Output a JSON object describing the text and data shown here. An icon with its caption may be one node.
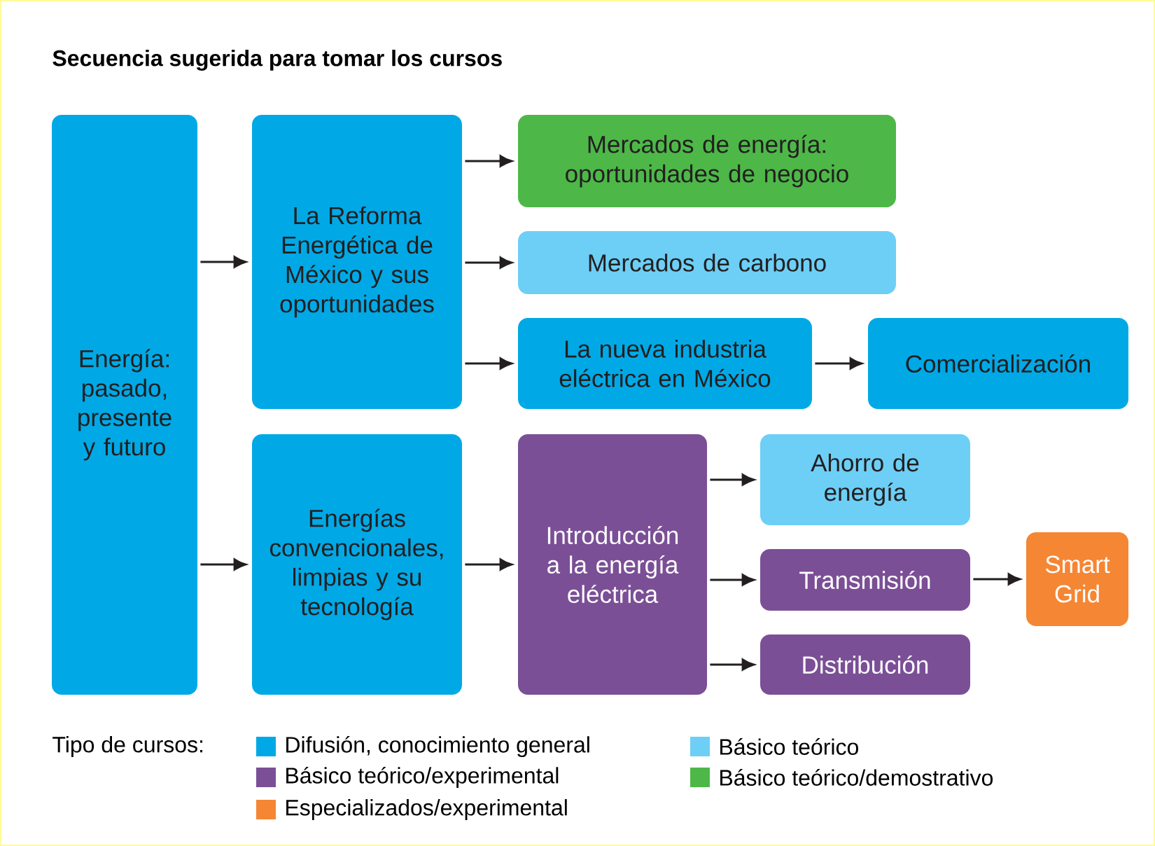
{
  "diagram": {
    "title": "Secuencia sugerida para tomar los cursos",
    "nodes": [
      {
        "text": [
          "Energía: pasado, presente y futuro"
        ]
      },
      {
        "text": [
          "La Reforma Energética de México y sus oportunidades"
        ]
      },
      {
        "text": [
          "Mercados de energía: oportunidades de negocio"
        ]
      },
      {
        "text": [
          "Mercados de carbono"
        ]
      },
      {
        "text": [
          "La nueva industria eléctrica en México"
        ]
      },
      {
        "text": [
          "Comercialización"
        ]
      },
      {
        "text": [
          "Energías convencionales, limpias y su tecnología"
        ]
      },
      {
        "text": [
          "Introducción a la energía eléctrica"
        ]
      },
      {
        "text": [
          "Ahorro de energía"
        ]
      },
      {
        "text": [
          "Transmisión"
        ]
      },
      {
        "text": [
          "Smart Grid"
        ]
      },
      {
        "text": [
          "Distribución"
        ]
      }
    ],
    "edges": [
      {
        "from": 0,
        "to": 1,
        "arrow": "to"
      },
      {
        "from": 0,
        "to": 6,
        "arrow": "to"
      },
      {
        "from": 1,
        "to": 2,
        "arrow": "to"
      },
      {
        "from": 1,
        "to": 3,
        "arrow": "to"
      },
      {
        "from": 1,
        "to": 4,
        "arrow": "to"
      },
      {
        "from": 4,
        "to": 5,
        "arrow": "to"
      },
      {
        "from": 6,
        "to": 7,
        "arrow": "to"
      },
      {
        "from": 7,
        "to": 8,
        "arrow": "to"
      },
      {
        "from": 7,
        "to": 9,
        "arrow": "to"
      },
      {
        "from": 9,
        "to": 10,
        "arrow": "to"
      },
      {
        "from": 7,
        "to": 11,
        "arrow": "to"
      }
    ],
    "labels": [
      "Tipo de cursos:"
    ],
    "legend": [
      {
        "text": "Difusión, conocimiento general",
        "color": "#00a9e6"
      },
      {
        "text": "Básico teórico",
        "color": "#6dcff6"
      },
      {
        "text": "Básico teórico/experimental",
        "color": "#7b4f96"
      },
      {
        "text": "Básico teórico/demostrativo",
        "color": "#4db848"
      },
      {
        "text": "Especializados/experimental",
        "color": "#f58634"
      }
    ]
  }
}
